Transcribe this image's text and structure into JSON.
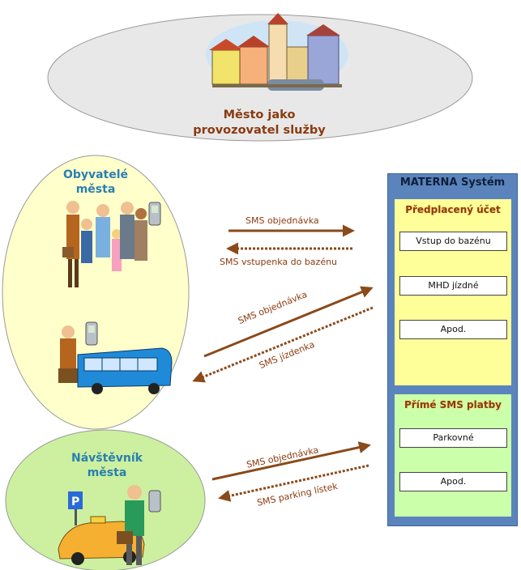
{
  "city": {
    "title_line1": "Město jako",
    "title_line2": "provozovatel služby"
  },
  "residents": {
    "title_line1": "Obyvatelé",
    "title_line2": "města"
  },
  "visitor": {
    "title_line1": "Návštěvník",
    "title_line2": "města"
  },
  "system": {
    "title": "MATERNA Systém",
    "prepaid": {
      "title": "Předplacený účet",
      "items": [
        "Vstup do bazénu",
        "MHD jízdné",
        "Apod."
      ]
    },
    "direct": {
      "title": "Přímé SMS platby",
      "items": [
        "Parkovné",
        "Apod."
      ]
    }
  },
  "flows": {
    "pool_order": "SMS objednávka",
    "pool_ticket": "SMS vstupenka do bazénu",
    "bus_order": "SMS objednávka",
    "bus_ticket": "SMS jízdenka",
    "parking_order": "SMS objednávka",
    "parking_ticket": "SMS parking lístek"
  },
  "colors": {
    "arrow": "#8a4a1a",
    "resident_oval": "#ffffcc",
    "visitor_oval": "#ccf0a0",
    "city_oval": "#e8e8e8",
    "system_frame": "#5b84bd"
  }
}
